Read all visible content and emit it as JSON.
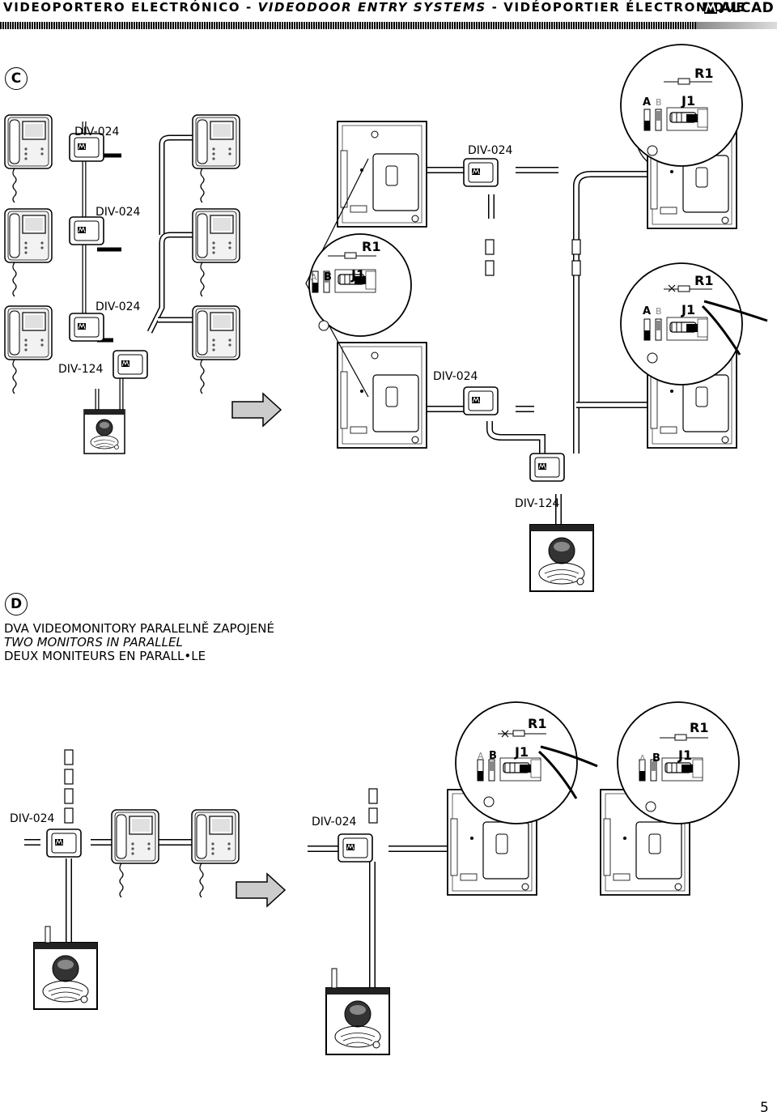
{
  "header": {
    "title_part1": "VIDEOPORTERO ELECTRÓNICO - ",
    "title_part2": "VIDEODOOR ENTRY SYSTEMS",
    "title_part3": " - VIDÉOPORTIER ÉLECTRONIQUE",
    "brand": "ALCAD"
  },
  "section_c": {
    "badge": "C",
    "div024": "DIV-024",
    "div124": "DIV-124"
  },
  "section_d": {
    "badge": "D",
    "caption_cz": "DVA VIDEOMONITORY PARALELNĚ ZAPOJENÉ",
    "caption_en": "TWO MONITORS IN PARALLEL",
    "caption_fr": "DEUX MONITEURS EN PARALL•LE",
    "div024": "DIV-024"
  },
  "jumper": {
    "r1": "R1",
    "j1": "J1",
    "a": "A",
    "b": "B"
  },
  "page_number": "5"
}
